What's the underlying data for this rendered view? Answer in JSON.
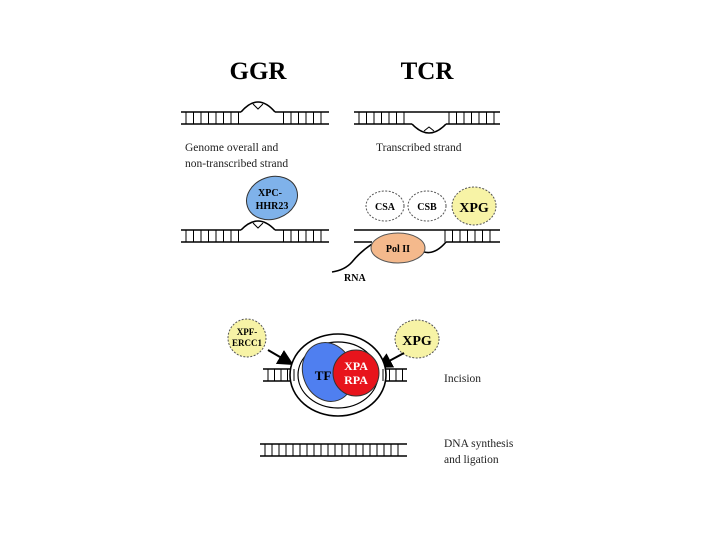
{
  "titles": {
    "ggr": "GGR",
    "tcr": "TCR"
  },
  "captions": {
    "ggr_line1": "Genome overall and",
    "ggr_line2": "non-transcribed strand",
    "tcr": "Transcribed strand",
    "incision": "Incision",
    "synthesis_line1": "DNA synthesis",
    "synthesis_line2": "and ligation"
  },
  "proteins": {
    "xpc_line1": "XPC-",
    "xpc_line2": "HHR23",
    "csa": "CSA",
    "csb": "CSB",
    "xpg_top": "XPG",
    "pol2": "Pol II",
    "rna": "RNA",
    "xpf_line1": "XPF-",
    "xpf_line2": "ERCC1",
    "xpg_bottom": "XPG",
    "tfiih": "TF",
    "xpa": "XPA",
    "rpa": "RPA"
  },
  "colors": {
    "xpc": "#7fb2ea",
    "xpg": "#f7f3a6",
    "pol2": "#f4b98c",
    "tfiih": "#4f7ff0",
    "xpa_rpa": "#e8141c"
  }
}
